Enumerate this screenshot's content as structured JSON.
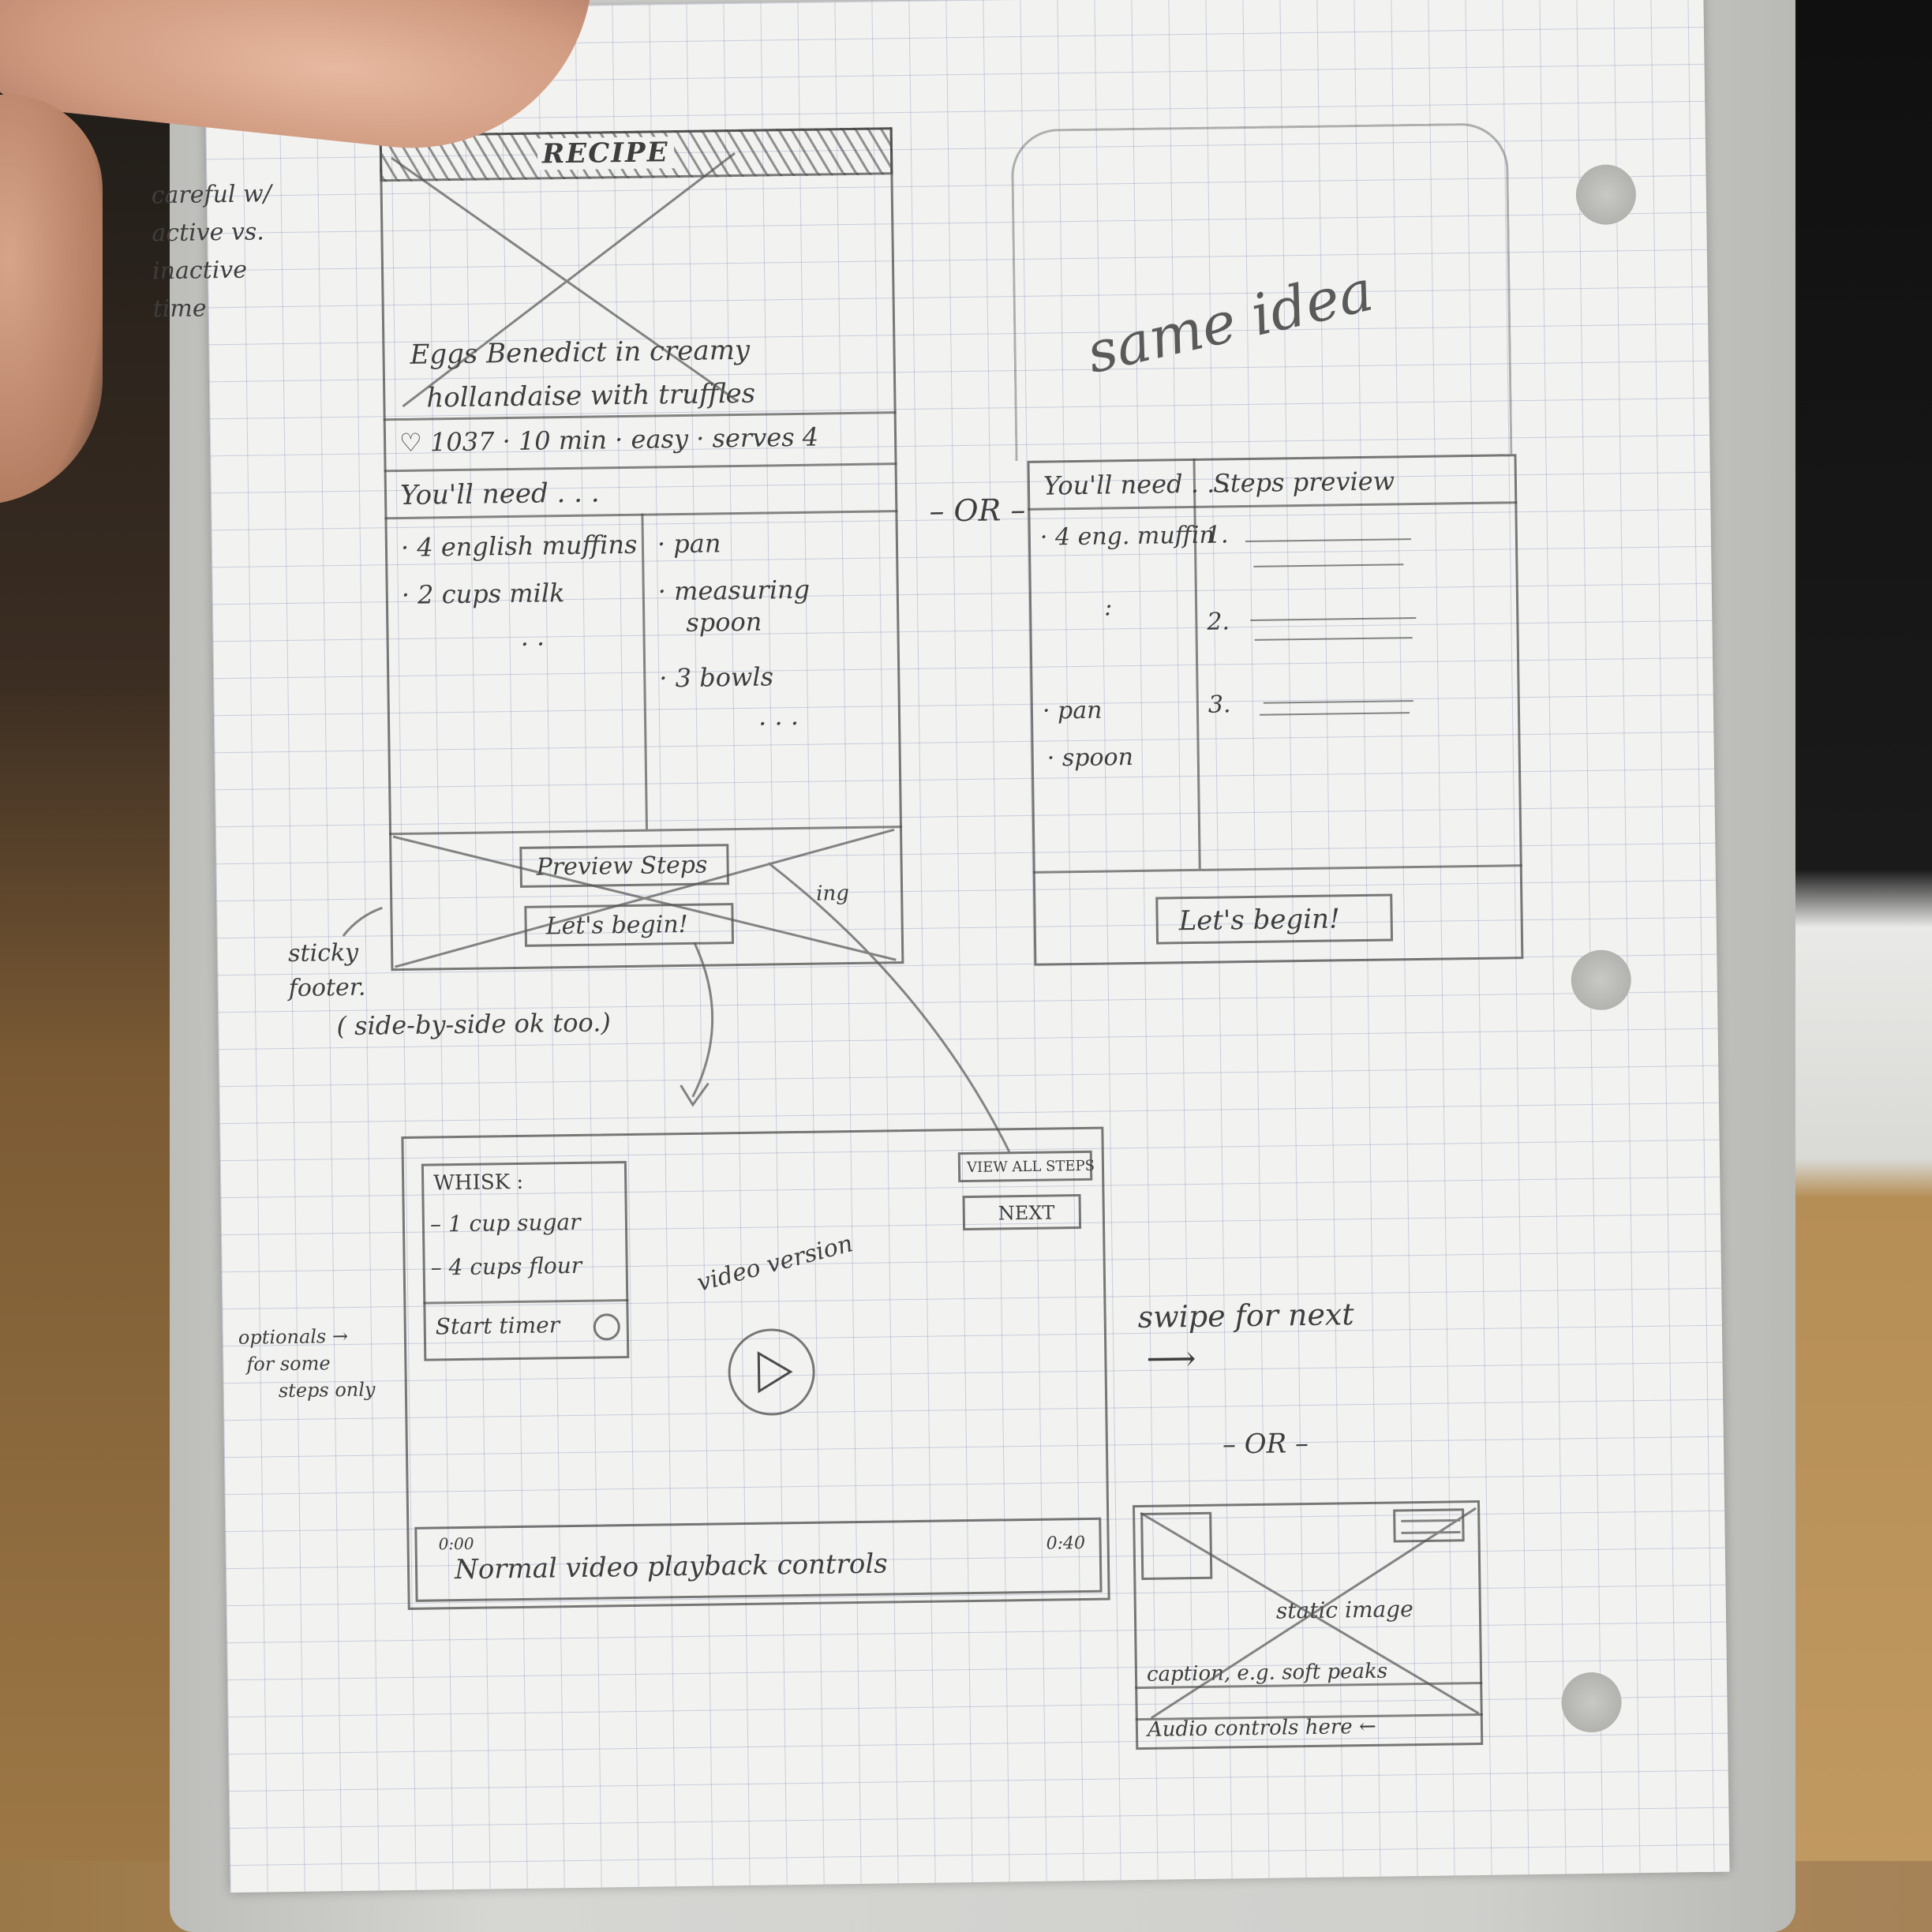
{
  "sketch": {
    "left_screen": {
      "title": "RECIPE",
      "note_time": [
        "careful w/",
        "active vs.",
        "inactive",
        "time"
      ],
      "recipe_title_line1": "Eggs Benedict in creamy",
      "recipe_title_line2": "hollandaise with truffles",
      "meta": "♡ 1037 · 10 min · easy · serves 4",
      "youll_need": "You'll need . . .",
      "ingredients": [
        "· 4 english muffins",
        "· 2 cups milk",
        ". ."
      ],
      "tools": [
        "· pan",
        "· measuring",
        "spoon",
        "· 3 bowls",
        ". . ."
      ],
      "preview_button": "Preview Steps",
      "begin_button": "Let's begin!",
      "ing_note": "ing",
      "sticky_note": [
        "sticky",
        "footer."
      ],
      "side_by_side_note": "( side-by-side ok too.)"
    },
    "or_1": "– OR –",
    "right_screen": {
      "same_idea": "same idea",
      "youll_need": "You'll need . . .",
      "steps_preview": "Steps preview",
      "ingredients": [
        "· 4 eng. muffin",
        ":",
        "· pan",
        "· spoon"
      ],
      "steps": [
        "1.",
        "2.",
        "3."
      ],
      "begin_button": "Let's begin!"
    },
    "step_screen": {
      "card_title": "WHISK :",
      "card_items": [
        "– 1 cup sugar",
        "– 4 cups flour"
      ],
      "timer_label": "Start timer",
      "optional_note": [
        "optionals →",
        "for some",
        "steps only"
      ],
      "video_label": "video version",
      "view_all_button": "VIEW ALL STEPS",
      "next_button": "NEXT",
      "time_start": "0:00",
      "time_end": "0:40",
      "controls_label": "Normal video playback controls"
    },
    "swipe_note": "swipe for next",
    "or_2": "– OR –",
    "alt_screen": {
      "image_label": "static image",
      "caption": "caption, e.g. soft peaks",
      "audio": "Audio controls here ←"
    }
  }
}
